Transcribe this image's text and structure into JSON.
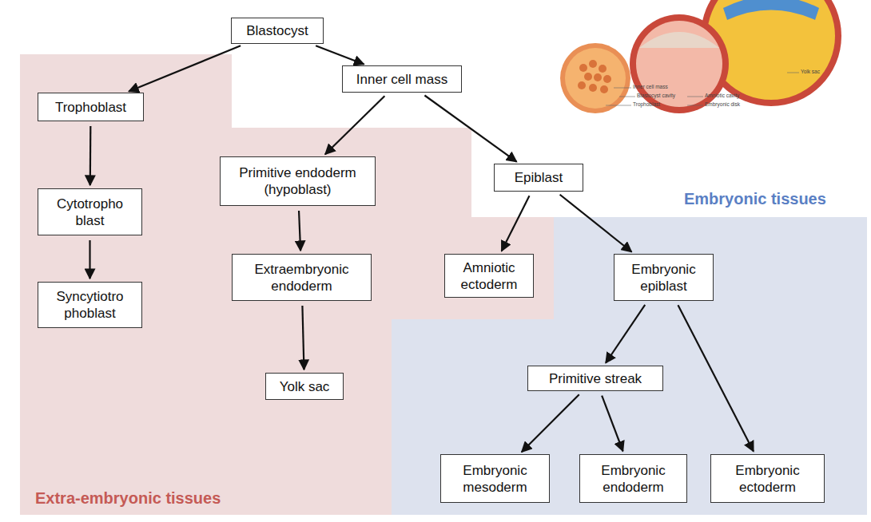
{
  "diagram": {
    "nodes": [
      {
        "text": [
          "Blastocyst"
        ]
      },
      {
        "text": [
          "Trophoblast"
        ]
      },
      {
        "text": [
          "Inner cell mass"
        ]
      },
      {
        "text": [
          "Primitive endoderm (hypoblast)"
        ]
      },
      {
        "text": [
          "Epiblast"
        ]
      },
      {
        "text": [
          "Cytotropho blast"
        ]
      },
      {
        "text": [
          "Extraembryonic endoderm"
        ]
      },
      {
        "text": [
          "Amniotic ectoderm"
        ]
      },
      {
        "text": [
          "Embryonic epiblast"
        ]
      },
      {
        "text": [
          "Syncytiotro phoblast"
        ]
      },
      {
        "text": [
          "Primitive streak"
        ]
      },
      {
        "text": [
          "Yolk sac"
        ]
      },
      {
        "text": [
          "Embryonic mesoderm"
        ]
      },
      {
        "text": [
          "Embryonic endoderm"
        ]
      },
      {
        "text": [
          "Embryonic ectoderm"
        ]
      }
    ],
    "edges": [
      {
        "from": 0,
        "to": 1,
        "arrow": "to"
      },
      {
        "from": 0,
        "to": 2,
        "arrow": "to"
      },
      {
        "from": 1,
        "to": 5,
        "arrow": "to"
      },
      {
        "from": 5,
        "to": 9,
        "arrow": "to"
      },
      {
        "from": 2,
        "to": 3,
        "arrow": "to"
      },
      {
        "from": 2,
        "to": 4,
        "arrow": "to"
      },
      {
        "from": 3,
        "to": 6,
        "arrow": "to"
      },
      {
        "from": 6,
        "to": 11,
        "arrow": "to"
      },
      {
        "from": 4,
        "to": 7,
        "arrow": "to"
      },
      {
        "from": 4,
        "to": 8,
        "arrow": "to"
      },
      {
        "from": 8,
        "to": 10,
        "arrow": "to"
      },
      {
        "from": 8,
        "to": 14,
        "arrow": "to"
      },
      {
        "from": 10,
        "to": 12,
        "arrow": "to"
      },
      {
        "from": 10,
        "to": 13,
        "arrow": "to"
      }
    ],
    "labels": [
      "Yolk sac",
      "Inner cell mass",
      "Blastocyst cavity",
      "Amniotic cavity",
      "Trophoblast",
      "Embryonic disk",
      "Embryonic tissues",
      "Extra-embryonic tissues"
    ]
  }
}
